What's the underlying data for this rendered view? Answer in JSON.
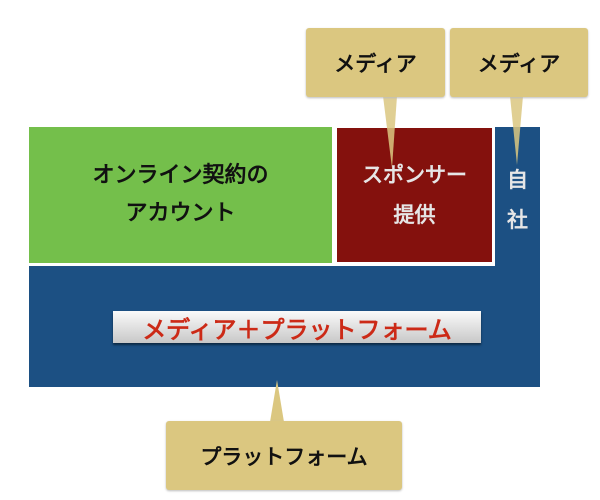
{
  "blocks": {
    "online_account": [
      "オンライン契約の",
      "アカウント"
    ],
    "sponsor": [
      "スポンサー",
      "提供"
    ],
    "own_company": [
      "自",
      "社"
    ],
    "platform_label": "メディア＋プラットフォーム"
  },
  "callouts": {
    "media_1": "メディア",
    "media_2": "メディア",
    "platform": "プラットフォーム"
  },
  "colors": {
    "green": "#74bf4b",
    "red": "#84110d",
    "blue": "#1c5083",
    "callout": "#dbc780"
  }
}
